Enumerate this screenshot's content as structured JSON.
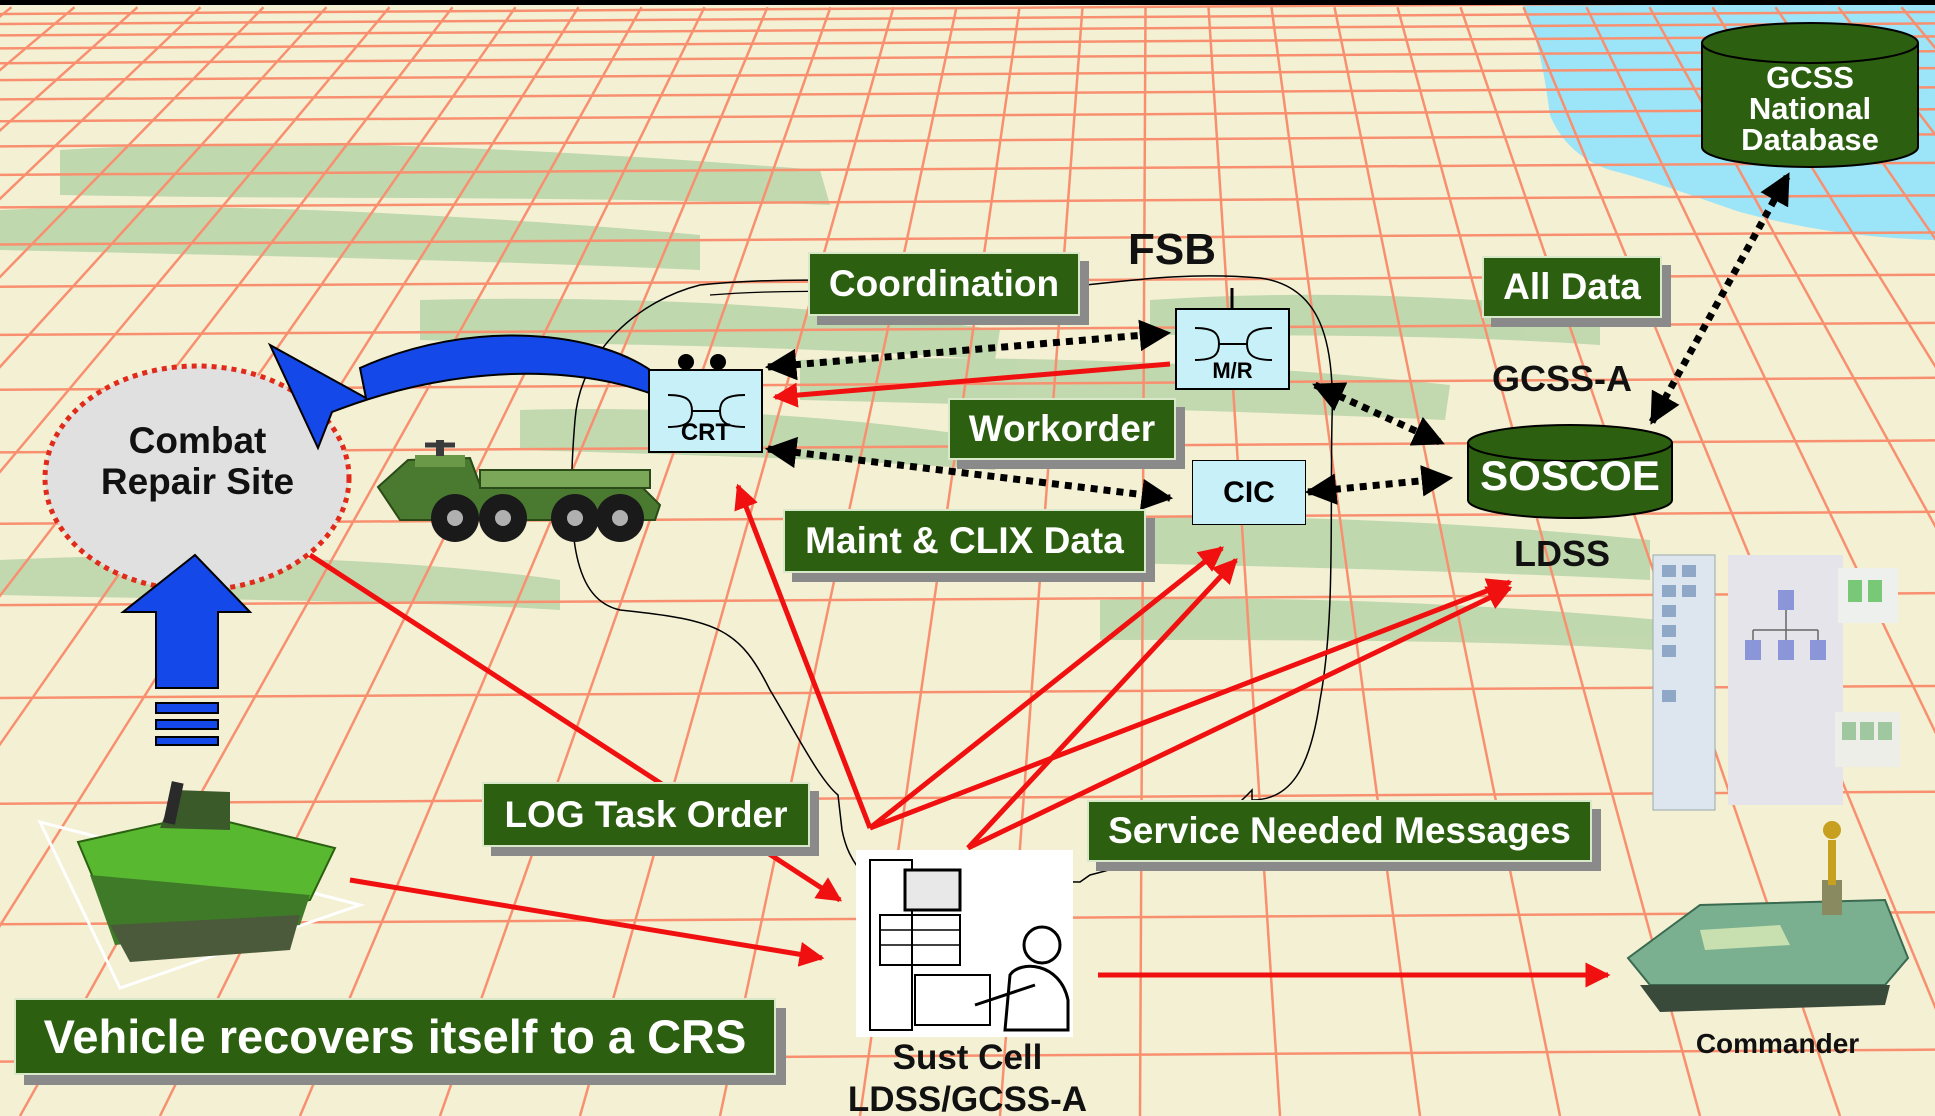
{
  "diagram": {
    "nodes": {
      "crs": "Combat Repair Site",
      "crt": "CRT",
      "mr": "M/R",
      "cic": "CIC",
      "soscoe": "SOSCOE",
      "gcss_db": "GCSS National Database",
      "sust_cell_line1": "Sust Cell",
      "sust_cell_line2": "LDSS/GCSS-A",
      "commander": "Commander"
    },
    "labels": {
      "fsb": "FSB",
      "gcss_a": "GCSS-A",
      "ldss": "LDSS",
      "coordination": "Coordination",
      "all_data": "All Data",
      "workorder": "Workorder",
      "maint_clix": "Maint & CLIX Data",
      "log_task_order": "LOG Task Order",
      "service_needed": "Service Needed Messages",
      "caption": "Vehicle recovers itself to a CRS"
    },
    "colors": {
      "label_green": "#2c6010",
      "grid_orange": "#f89070",
      "arrow_red": "#f01010",
      "arrow_blue": "#1448e8",
      "water": "#9ce4f8",
      "device_box": "#c8f0f8",
      "database_green": "#2c6010"
    },
    "icons": [
      "wheeled-truck-icon",
      "tracked-vehicle-icon",
      "commander-vehicle-icon",
      "operator-workstation-icon",
      "screen-thumbnail-icon"
    ]
  }
}
